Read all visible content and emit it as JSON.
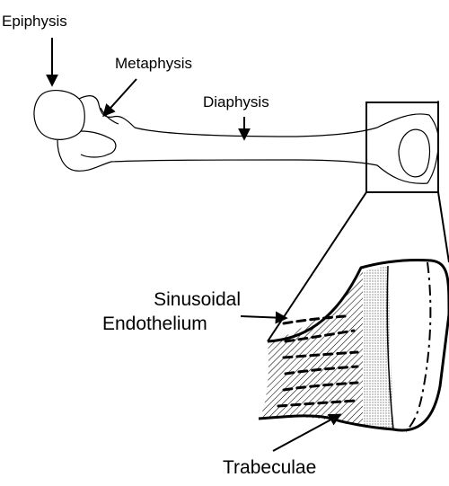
{
  "labels": {
    "epiphysis": "Epiphysis",
    "metaphysis": "Metaphysis",
    "diaphysis": "Diaphysis",
    "sinusoidal": "Sinusoidal",
    "endothelium": "Endothelium",
    "trabeculae": "Trabeculae"
  },
  "colors": {
    "line": "#000000",
    "background": "#ffffff"
  }
}
